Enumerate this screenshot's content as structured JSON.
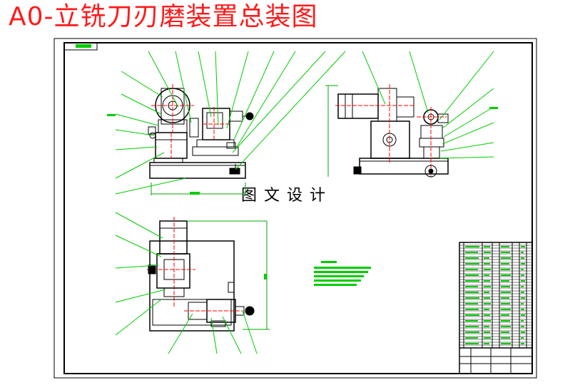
{
  "title": "A0-立铣刀刃磨装置总装图",
  "watermark": "图文设计",
  "colors": {
    "title": "#ff1a1a",
    "linework": "#000000",
    "leader": "#00cc00",
    "centerline": "#ff0000",
    "dimension": "#00aa00"
  },
  "views": [
    {
      "name": "front-view"
    },
    {
      "name": "side-view"
    },
    {
      "name": "top-view"
    }
  ],
  "title_block": {
    "bom_columns": 4
  }
}
